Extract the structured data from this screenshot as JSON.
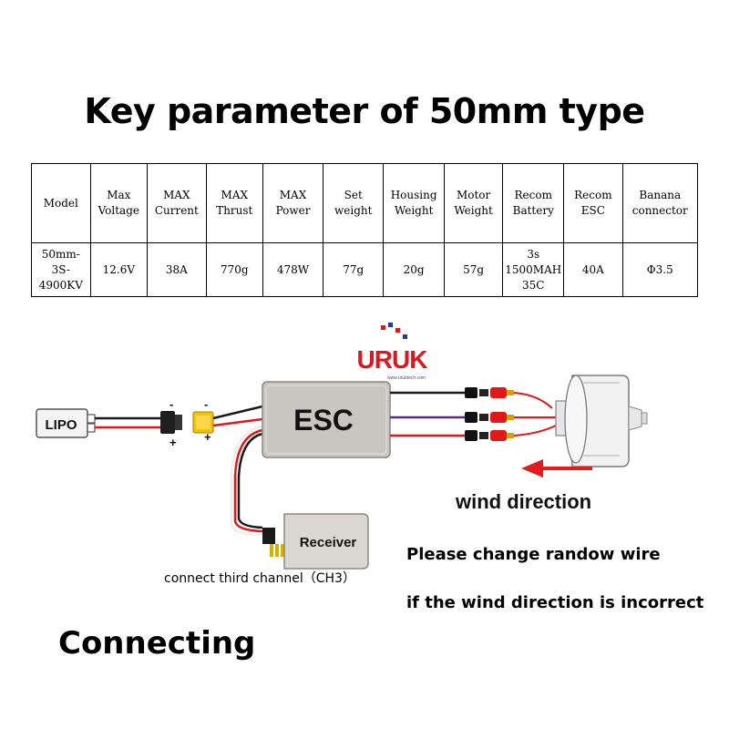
{
  "title": "Key parameter of 50mm type",
  "table": {
    "headers": [
      [
        "Model"
      ],
      [
        "Max",
        "Voltage"
      ],
      [
        "MAX",
        "Current"
      ],
      [
        "MAX",
        "Thrust"
      ],
      [
        "MAX",
        "Power"
      ],
      [
        "Set",
        "weight"
      ],
      [
        "Housing",
        "Weight"
      ],
      [
        "Motor",
        "Weight"
      ],
      [
        "Recom",
        "Battery"
      ],
      [
        "Recom",
        "ESC"
      ],
      [
        "Banana",
        "connector"
      ]
    ],
    "values": [
      [
        "50mm-",
        "3S-",
        "4900KV"
      ],
      [
        "12.6V"
      ],
      [
        "38A"
      ],
      [
        "770g"
      ],
      [
        "478W"
      ],
      [
        "77g"
      ],
      [
        "20g"
      ],
      [
        "57g"
      ],
      [
        "3s",
        "1500MAH",
        "35C"
      ],
      [
        "40A"
      ],
      [
        "Φ3.5"
      ]
    ]
  },
  "diagram": {
    "lipo_label": "LIPO",
    "esc_label": "ESC",
    "receiver_label": "Receiver",
    "logo_text": "URUK",
    "logo_subtext": "www.uruktech.com",
    "minus_sign": "-",
    "plus_sign": "+",
    "wind_label": "wind direction",
    "channel_label": "connect third channel（CH3）",
    "note_line1": "Please change randow wire",
    "note_line2": "if the wind direction is incorrect",
    "colors": {
      "red_wire": "#e01818",
      "black_wire": "#1a1a1a",
      "purple_wire": "#5b2a86",
      "logo_red": "#d9181f",
      "logo_blue": "#1d3f8f",
      "esc_body": "#c9c6c2",
      "arrow": "#e31d1d"
    }
  },
  "footer": {
    "connecting": "Connecting"
  }
}
